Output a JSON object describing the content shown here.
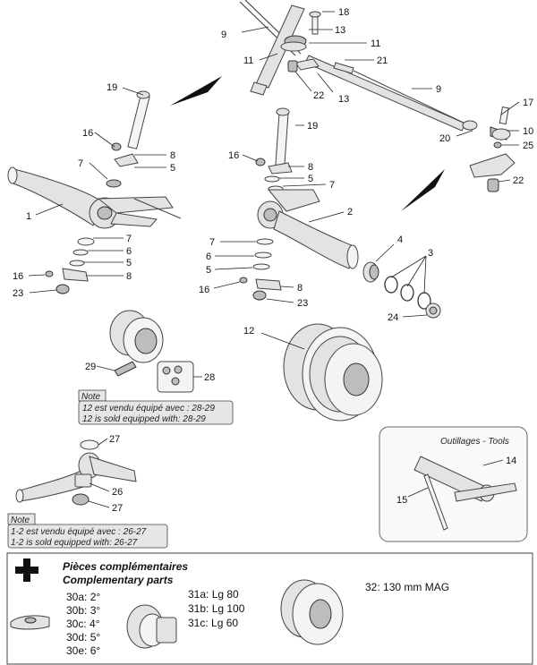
{
  "callouts": {
    "c18": "18",
    "c9a": "9",
    "c13a": "13",
    "c11a": "11",
    "c11b": "11",
    "c21": "21",
    "c13b": "13",
    "c22a": "22",
    "c9b": "9",
    "c17": "17",
    "c10": "10",
    "c20": "20",
    "c25": "25",
    "c22b": "22",
    "c19a": "19",
    "c16a": "16",
    "c8a": "8",
    "c7a": "7",
    "c5a": "5",
    "c1": "1",
    "c7b": "7",
    "c6a": "6",
    "c5b": "5",
    "c16b": "16",
    "c8b": "8",
    "c23a": "23",
    "c19b": "19",
    "c16c": "16",
    "c8c": "8",
    "c5c": "5",
    "c7c": "7",
    "c2": "2",
    "c7d": "7",
    "c6b": "6",
    "c5d": "5",
    "c16d": "16",
    "c8d": "8",
    "c23b": "23",
    "c4": "4",
    "c3": "3",
    "c24": "24",
    "c12": "12",
    "c29": "29",
    "c28": "28",
    "c27a": "27",
    "c26": "26",
    "c27b": "27",
    "c14": "14",
    "c15": "15"
  },
  "note1": {
    "label": "Note",
    "line1": "12 est vendu équipé avec : 28-29",
    "line2": "12 is sold equipped with: 28-29"
  },
  "note2": {
    "label": "Note",
    "line1": "1-2 est vendu équipé avec : 26-27",
    "line2": "1-2 is sold equipped with: 26-27"
  },
  "tools": {
    "title": "Outillages - Tools"
  },
  "complementary": {
    "title_fr": "Pièces complémentaires",
    "title_en": "Complementary parts",
    "items_30": [
      "30a: 2°",
      "30b: 3°",
      "30c: 4°",
      "30d: 5°",
      "30e: 6°"
    ],
    "items_31": [
      "31a: Lg 80",
      "31b: Lg 100",
      "31c: Lg 60"
    ],
    "item_32": "32: 130 mm MAG"
  }
}
